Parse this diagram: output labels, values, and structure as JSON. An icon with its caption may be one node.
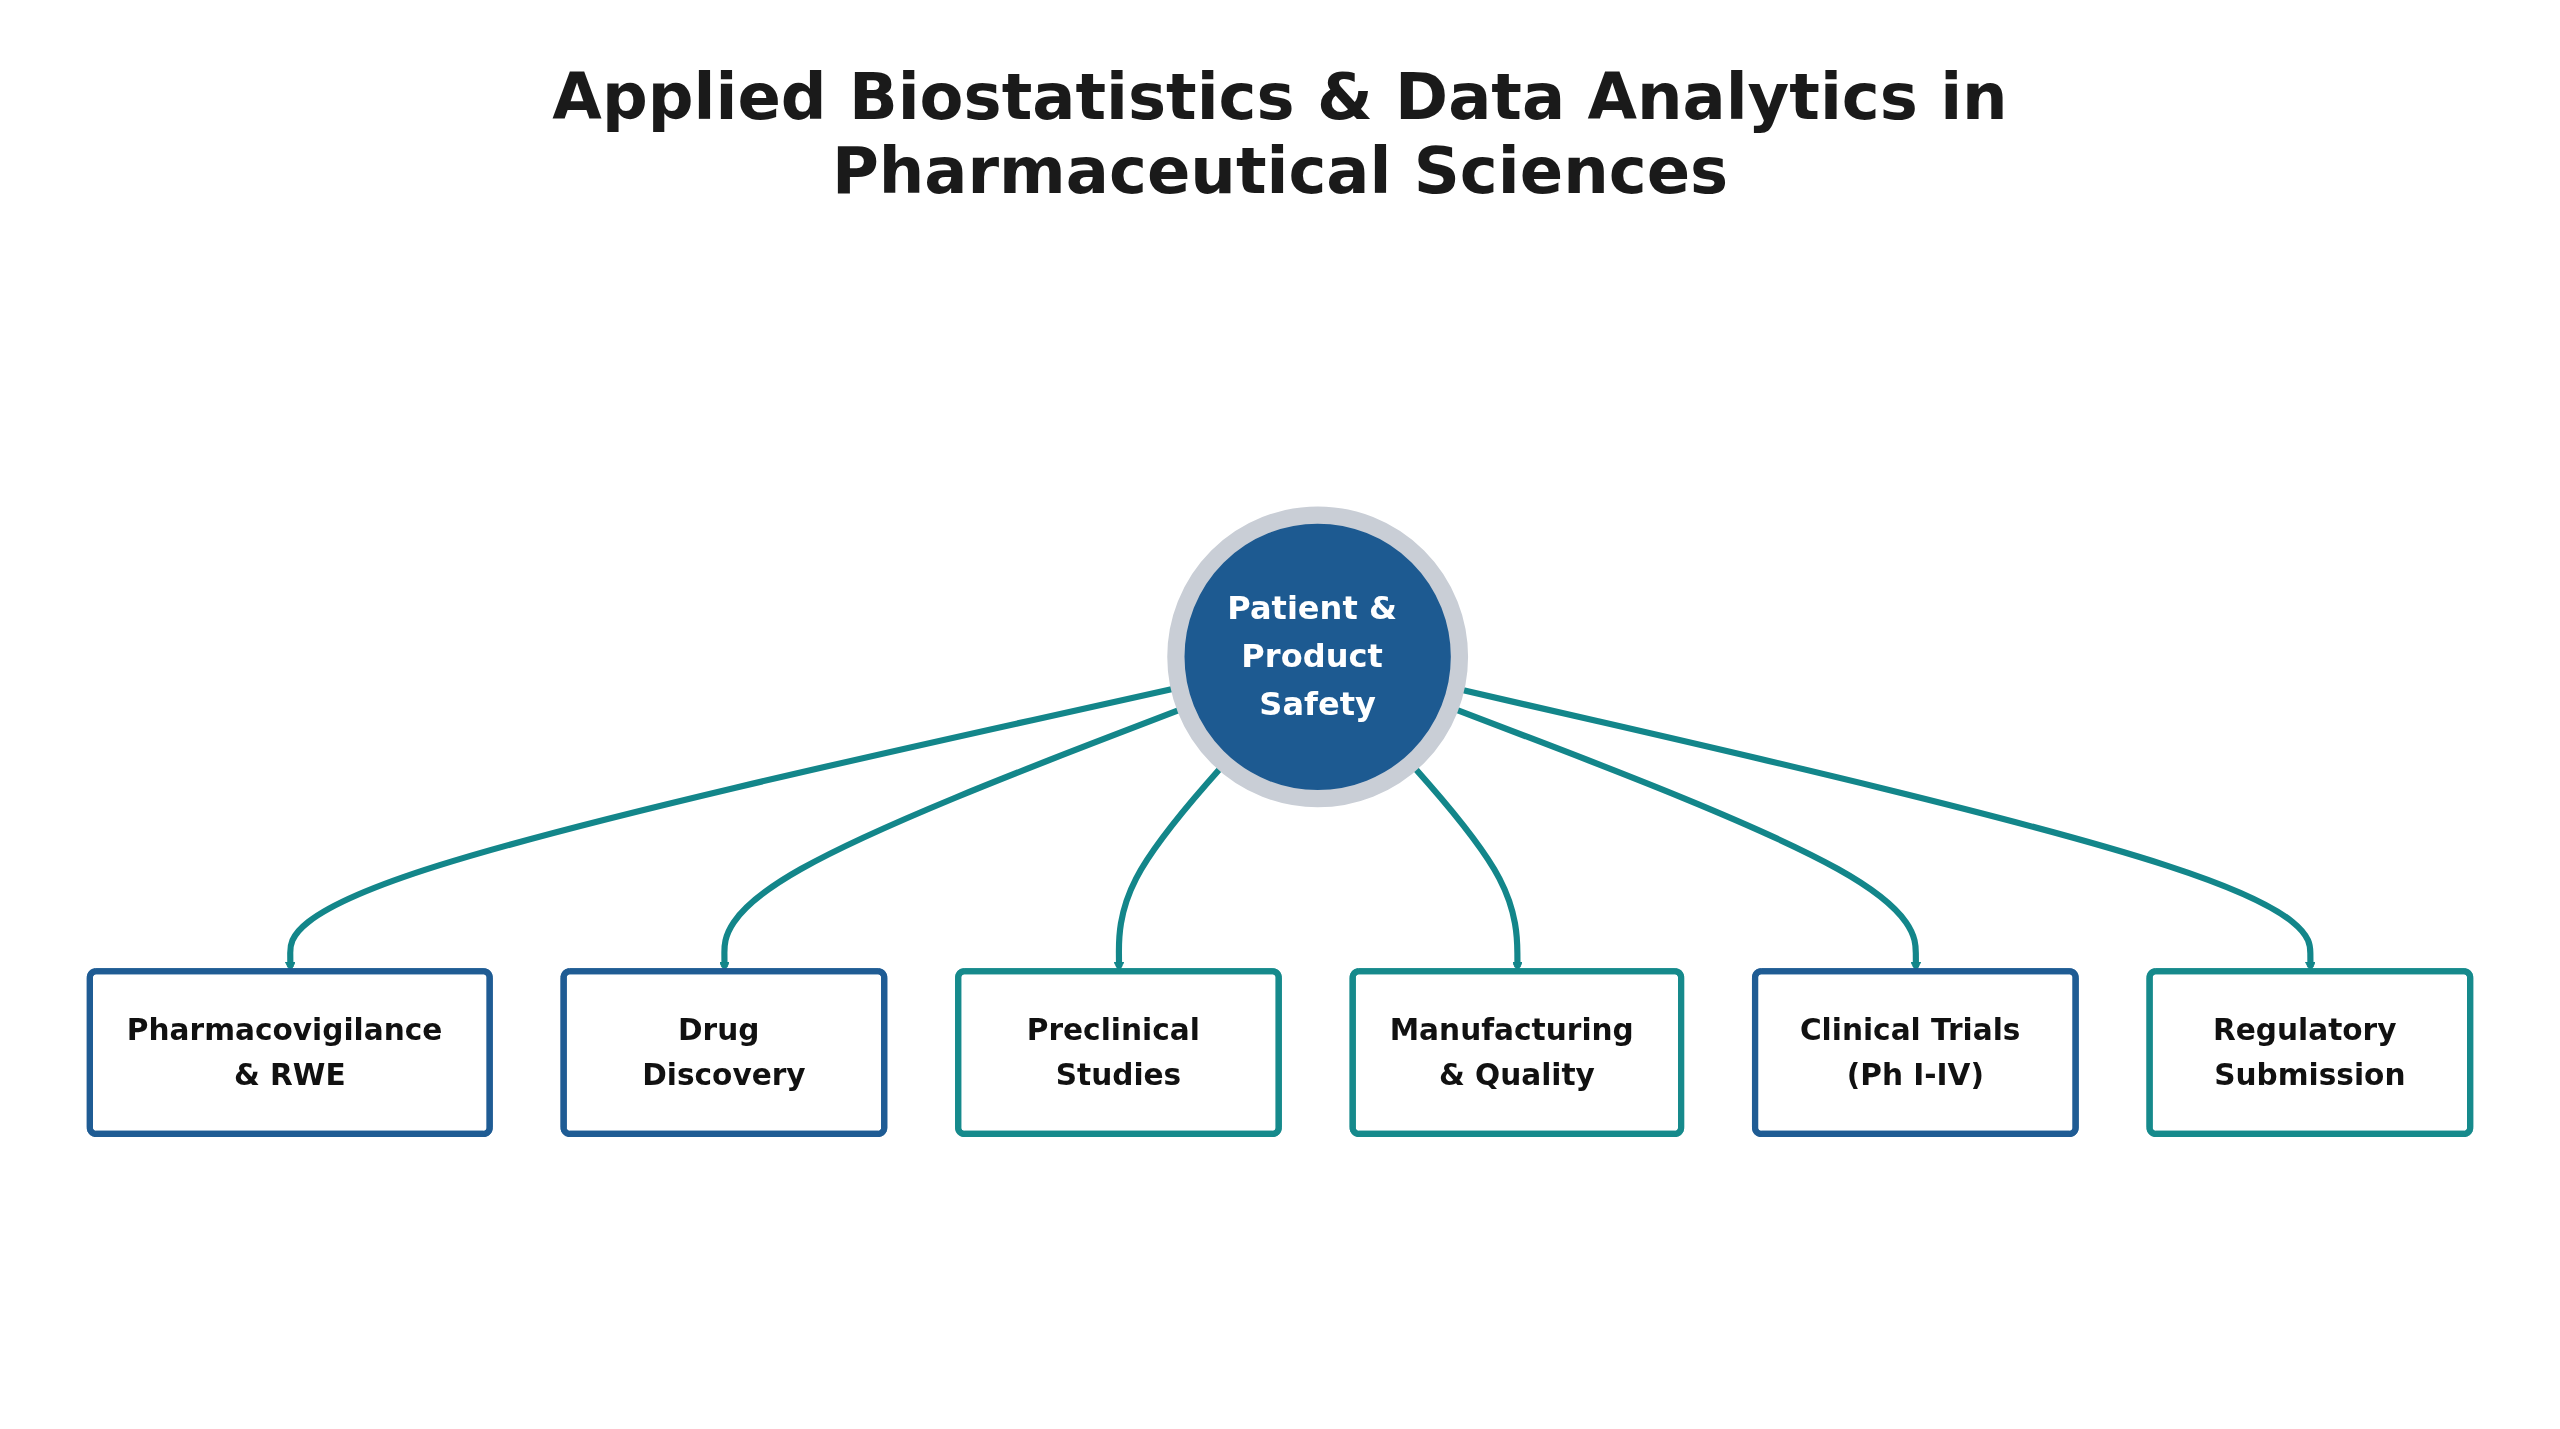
{
  "diagram": {
    "title": "Applied Biostatistics & Data Analytics in Pharmaceutical Sciences",
    "nodes": [
      {
        "text": [
          "Patient & Product Safety"
        ]
      },
      {
        "text": [
          "Pharmacovigilance & RWE"
        ]
      },
      {
        "text": [
          "Drug Discovery"
        ]
      },
      {
        "text": [
          "Preclinical Studies"
        ]
      },
      {
        "text": [
          "Manufacturing & Quality"
        ]
      },
      {
        "text": [
          "Clinical Trials (Ph I-IV)"
        ]
      },
      {
        "text": [
          "Regulatory Submission"
        ]
      }
    ],
    "edges": [
      {
        "from": 0,
        "to": 1,
        "arrow": "to"
      },
      {
        "from": 0,
        "to": 2,
        "arrow": "to"
      },
      {
        "from": 0,
        "to": 3,
        "arrow": "to"
      },
      {
        "from": 0,
        "to": 4,
        "arrow": "to"
      },
      {
        "from": 0,
        "to": 5,
        "arrow": "to"
      },
      {
        "from": 0,
        "to": 6,
        "arrow": "to"
      }
    ]
  }
}
